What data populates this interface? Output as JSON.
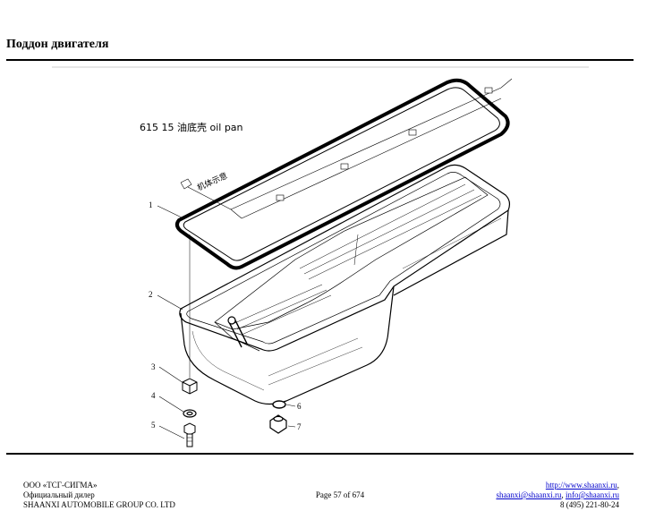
{
  "page": {
    "title": "Поддон двигателя"
  },
  "diagram": {
    "caption": "615 15 油底壳 oil pan",
    "note": "机体示意",
    "callouts": [
      "1",
      "2",
      "3",
      "4",
      "5",
      "6",
      "7"
    ]
  },
  "footer": {
    "company": "ООО «ТСГ-СИГМА»",
    "dealer": "Официальный дилер",
    "group": "SHAANXI AUTOMOBILE GROUP CO. LTD",
    "page_number": "Page 57 of 674",
    "website": "http://www.shaanxi.ru",
    "website_suffix": ",",
    "email1": "shaanxi@shaanxi.ru",
    "email_sep": ", ",
    "email2": "info@shaanxi.ru",
    "phone": "8 (495) 221-80-24"
  }
}
